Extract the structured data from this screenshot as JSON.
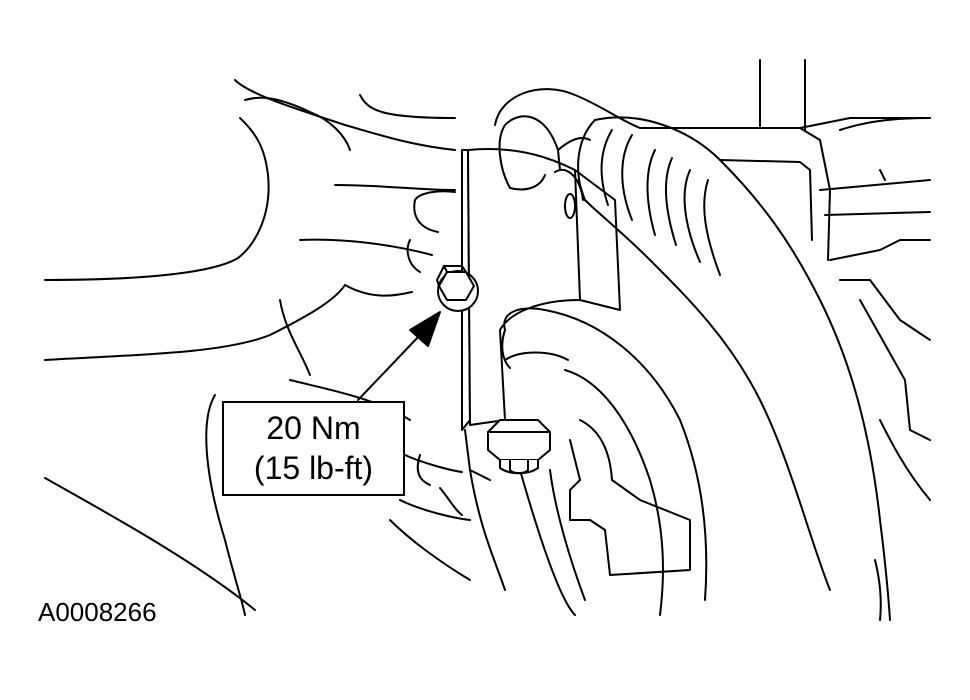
{
  "callout": {
    "metric": "20 Nm",
    "imperial": "(15 lb-ft)"
  },
  "figure_id": "A0008266"
}
